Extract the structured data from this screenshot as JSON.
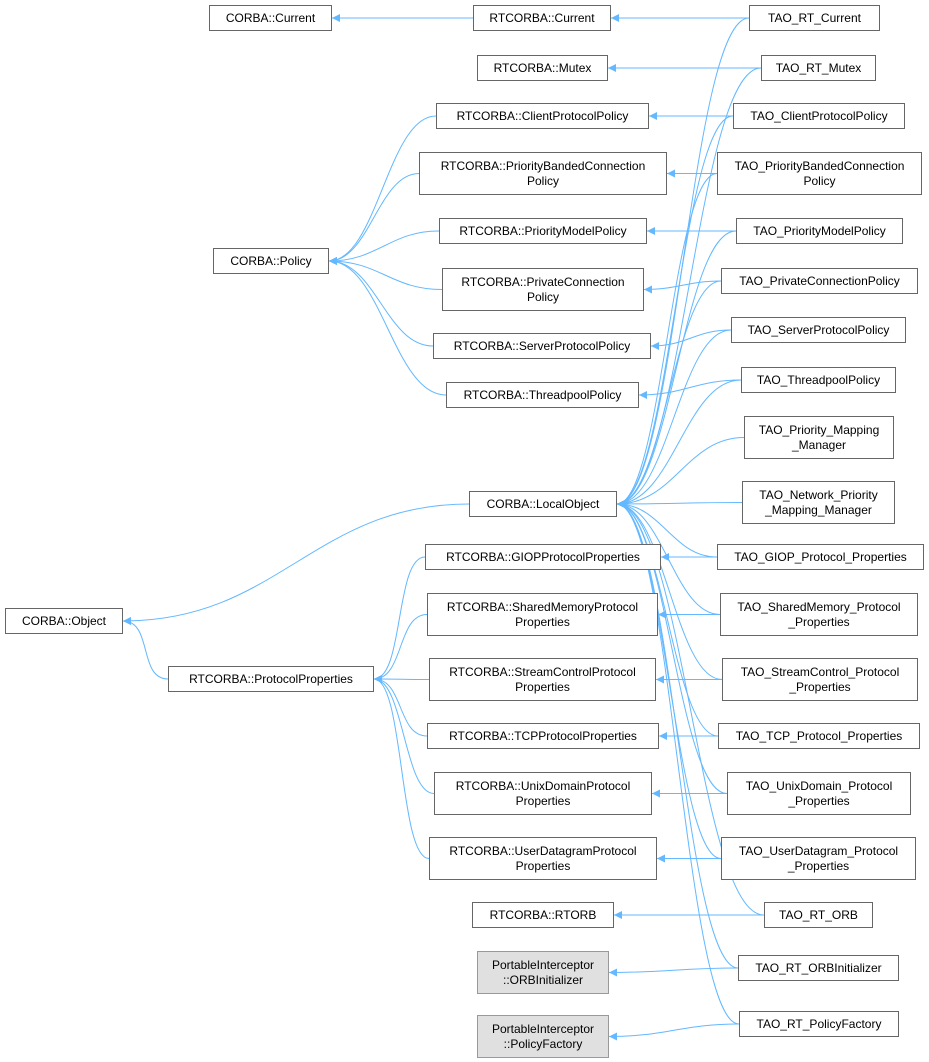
{
  "colors": {
    "edge": "#63b8ff",
    "border": "#666666",
    "grey_fill": "#e0e0e0"
  },
  "nodes": [
    {
      "id": "corba_current",
      "lines": [
        "CORBA::Current"
      ]
    },
    {
      "id": "rtcorba_current",
      "lines": [
        "RTCORBA::Current"
      ]
    },
    {
      "id": "tao_rt_current",
      "lines": [
        "TAO_RT_Current"
      ]
    },
    {
      "id": "rtcorba_mutex",
      "lines": [
        "RTCORBA::Mutex"
      ]
    },
    {
      "id": "tao_rt_mutex",
      "lines": [
        "TAO_RT_Mutex"
      ]
    },
    {
      "id": "rtcorba_clientprotocolpolicy",
      "lines": [
        "RTCORBA::ClientProtocolPolicy"
      ]
    },
    {
      "id": "tao_clientprotocolpolicy",
      "lines": [
        "TAO_ClientProtocolPolicy"
      ]
    },
    {
      "id": "rtcorba_prioritybandedconnectionpolicy",
      "lines": [
        "RTCORBA::PriorityBandedConnection",
        "Policy"
      ]
    },
    {
      "id": "tao_prioritybandedconnectionpolicy",
      "lines": [
        "TAO_PriorityBandedConnection",
        "Policy"
      ]
    },
    {
      "id": "corba_policy",
      "lines": [
        "CORBA::Policy"
      ]
    },
    {
      "id": "rtcorba_prioritymodelpolicy",
      "lines": [
        "RTCORBA::PriorityModelPolicy"
      ]
    },
    {
      "id": "tao_prioritymodelpolicy",
      "lines": [
        "TAO_PriorityModelPolicy"
      ]
    },
    {
      "id": "rtcorba_privateconnectionpolicy",
      "lines": [
        "RTCORBA::PrivateConnection",
        "Policy"
      ]
    },
    {
      "id": "tao_privateconnectionpolicy",
      "lines": [
        "TAO_PrivateConnectionPolicy"
      ]
    },
    {
      "id": "rtcorba_serverprotocolpolicy",
      "lines": [
        "RTCORBA::ServerProtocolPolicy"
      ]
    },
    {
      "id": "tao_serverprotocolpolicy",
      "lines": [
        "TAO_ServerProtocolPolicy"
      ]
    },
    {
      "id": "rtcorba_threadpoolpolicy",
      "lines": [
        "RTCORBA::ThreadpoolPolicy"
      ]
    },
    {
      "id": "tao_threadpoolpolicy",
      "lines": [
        "TAO_ThreadpoolPolicy"
      ]
    },
    {
      "id": "tao_priority_mapping_manager",
      "lines": [
        "TAO_Priority_Mapping",
        "_Manager"
      ]
    },
    {
      "id": "corba_localobject",
      "lines": [
        "CORBA::LocalObject"
      ]
    },
    {
      "id": "tao_network_priority_mapping_manager",
      "lines": [
        "TAO_Network_Priority",
        "_Mapping_Manager"
      ]
    },
    {
      "id": "rtcorba_giopprotocolproperties",
      "lines": [
        "RTCORBA::GIOPProtocolProperties"
      ]
    },
    {
      "id": "tao_giop_protocol_properties",
      "lines": [
        "TAO_GIOP_Protocol_Properties"
      ]
    },
    {
      "id": "corba_object",
      "lines": [
        "CORBA::Object"
      ]
    },
    {
      "id": "rtcorba_sharedmemoryprotocolproperties",
      "lines": [
        "RTCORBA::SharedMemoryProtocol",
        "Properties"
      ]
    },
    {
      "id": "tao_sharedmemory_protocol_properties",
      "lines": [
        "TAO_SharedMemory_Protocol",
        "_Properties"
      ]
    },
    {
      "id": "rtcorba_protocolproperties",
      "lines": [
        "RTCORBA::ProtocolProperties"
      ]
    },
    {
      "id": "rtcorba_streamcontrolprotocolproperties",
      "lines": [
        "RTCORBA::StreamControlProtocol",
        "Properties"
      ]
    },
    {
      "id": "tao_streamcontrol_protocol_properties",
      "lines": [
        "TAO_StreamControl_Protocol",
        "_Properties"
      ]
    },
    {
      "id": "rtcorba_tcpprotocolproperties",
      "lines": [
        "RTCORBA::TCPProtocolProperties"
      ]
    },
    {
      "id": "tao_tcp_protocol_properties",
      "lines": [
        "TAO_TCP_Protocol_Properties"
      ]
    },
    {
      "id": "rtcorba_unixdomainprotocolproperties",
      "lines": [
        "RTCORBA::UnixDomainProtocol",
        "Properties"
      ]
    },
    {
      "id": "tao_unixdomain_protocol_properties",
      "lines": [
        "TAO_UnixDomain_Protocol",
        "_Properties"
      ]
    },
    {
      "id": "rtcorba_userdatagramprotocolproperties",
      "lines": [
        "RTCORBA::UserDatagramProtocol",
        "Properties"
      ]
    },
    {
      "id": "tao_userdatagram_protocol_properties",
      "lines": [
        "TAO_UserDatagram_Protocol",
        "_Properties"
      ]
    },
    {
      "id": "rtcorba_rtorb",
      "lines": [
        "RTCORBA::RTORB"
      ]
    },
    {
      "id": "tao_rt_orb",
      "lines": [
        "TAO_RT_ORB"
      ]
    },
    {
      "id": "portableinterceptor_orbinitializer",
      "lines": [
        "PortableInterceptor",
        "::ORBInitializer"
      ],
      "grey": true
    },
    {
      "id": "tao_rt_orbinitializer",
      "lines": [
        "TAO_RT_ORBInitializer"
      ]
    },
    {
      "id": "portableinterceptor_policyfactory",
      "lines": [
        "PortableInterceptor",
        "::PolicyFactory"
      ],
      "grey": true
    },
    {
      "id": "tao_rt_policyfactory",
      "lines": [
        "TAO_RT_PolicyFactory"
      ]
    }
  ],
  "edges": [
    {
      "from": "rtcorba_current",
      "to": "corba_current"
    },
    {
      "from": "tao_rt_current",
      "to": "rtcorba_current"
    },
    {
      "from": "tao_rt_mutex",
      "to": "rtcorba_mutex"
    },
    {
      "from": "tao_clientprotocolpolicy",
      "to": "rtcorba_clientprotocolpolicy"
    },
    {
      "from": "tao_prioritybandedconnectionpolicy",
      "to": "rtcorba_prioritybandedconnectionpolicy"
    },
    {
      "from": "tao_prioritymodelpolicy",
      "to": "rtcorba_prioritymodelpolicy"
    },
    {
      "from": "tao_privateconnectionpolicy",
      "to": "rtcorba_privateconnectionpolicy"
    },
    {
      "from": "tao_serverprotocolpolicy",
      "to": "rtcorba_serverprotocolpolicy"
    },
    {
      "from": "tao_threadpoolpolicy",
      "to": "rtcorba_threadpoolpolicy"
    },
    {
      "from": "rtcorba_clientprotocolpolicy",
      "to": "corba_policy"
    },
    {
      "from": "rtcorba_prioritybandedconnectionpolicy",
      "to": "corba_policy"
    },
    {
      "from": "rtcorba_prioritymodelpolicy",
      "to": "corba_policy"
    },
    {
      "from": "rtcorba_privateconnectionpolicy",
      "to": "corba_policy"
    },
    {
      "from": "rtcorba_serverprotocolpolicy",
      "to": "corba_policy"
    },
    {
      "from": "rtcorba_threadpoolpolicy",
      "to": "corba_policy"
    },
    {
      "from": "corba_localobject",
      "to": "corba_object"
    },
    {
      "from": "rtcorba_protocolproperties",
      "to": "corba_object"
    },
    {
      "from": "rtcorba_giopprotocolproperties",
      "to": "rtcorba_protocolproperties"
    },
    {
      "from": "rtcorba_sharedmemoryprotocolproperties",
      "to": "rtcorba_protocolproperties"
    },
    {
      "from": "rtcorba_streamcontrolprotocolproperties",
      "to": "rtcorba_protocolproperties"
    },
    {
      "from": "rtcorba_tcpprotocolproperties",
      "to": "rtcorba_protocolproperties"
    },
    {
      "from": "rtcorba_unixdomainprotocolproperties",
      "to": "rtcorba_protocolproperties"
    },
    {
      "from": "rtcorba_userdatagramprotocolproperties",
      "to": "rtcorba_protocolproperties"
    },
    {
      "from": "tao_giop_protocol_properties",
      "to": "rtcorba_giopprotocolproperties"
    },
    {
      "from": "tao_sharedmemory_protocol_properties",
      "to": "rtcorba_sharedmemoryprotocolproperties"
    },
    {
      "from": "tao_streamcontrol_protocol_properties",
      "to": "rtcorba_streamcontrolprotocolproperties"
    },
    {
      "from": "tao_tcp_protocol_properties",
      "to": "rtcorba_tcpprotocolproperties"
    },
    {
      "from": "tao_unixdomain_protocol_properties",
      "to": "rtcorba_unixdomainprotocolproperties"
    },
    {
      "from": "tao_userdatagram_protocol_properties",
      "to": "rtcorba_userdatagramprotocolproperties"
    },
    {
      "from": "tao_rt_orb",
      "to": "rtcorba_rtorb"
    },
    {
      "from": "tao_rt_orbinitializer",
      "to": "portableinterceptor_orbinitializer"
    },
    {
      "from": "tao_rt_policyfactory",
      "to": "portableinterceptor_policyfactory"
    },
    {
      "from": "tao_rt_current",
      "to": "corba_localobject"
    },
    {
      "from": "tao_rt_mutex",
      "to": "corba_localobject"
    },
    {
      "from": "tao_clientprotocolpolicy",
      "to": "corba_localobject"
    },
    {
      "from": "tao_prioritybandedconnectionpolicy",
      "to": "corba_localobject"
    },
    {
      "from": "tao_prioritymodelpolicy",
      "to": "corba_localobject"
    },
    {
      "from": "tao_privateconnectionpolicy",
      "to": "corba_localobject"
    },
    {
      "from": "tao_serverprotocolpolicy",
      "to": "corba_localobject"
    },
    {
      "from": "tao_threadpoolpolicy",
      "to": "corba_localobject"
    },
    {
      "from": "tao_priority_mapping_manager",
      "to": "corba_localobject"
    },
    {
      "from": "tao_network_priority_mapping_manager",
      "to": "corba_localobject"
    },
    {
      "from": "tao_giop_protocol_properties",
      "to": "corba_localobject"
    },
    {
      "from": "tao_sharedmemory_protocol_properties",
      "to": "corba_localobject"
    },
    {
      "from": "tao_streamcontrol_protocol_properties",
      "to": "corba_localobject"
    },
    {
      "from": "tao_tcp_protocol_properties",
      "to": "corba_localobject"
    },
    {
      "from": "tao_unixdomain_protocol_properties",
      "to": "corba_localobject"
    },
    {
      "from": "tao_userdatagram_protocol_properties",
      "to": "corba_localobject"
    },
    {
      "from": "tao_rt_orb",
      "to": "corba_localobject"
    },
    {
      "from": "tao_rt_orbinitializer",
      "to": "corba_localobject"
    },
    {
      "from": "tao_rt_policyfactory",
      "to": "corba_localobject"
    }
  ]
}
